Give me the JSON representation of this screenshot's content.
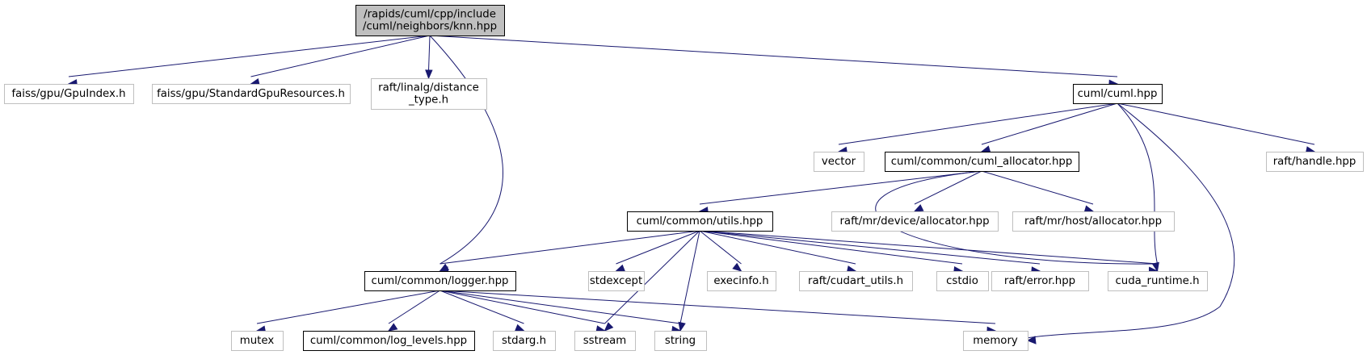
{
  "colors": {
    "root_fill": "#bfbfbf",
    "documented_border": "#000000",
    "external_border": "#bfbfbf",
    "edge": "#191970"
  },
  "nodes": [
    {
      "id": "knn",
      "lines": [
        "/rapids/cuml/cpp/include",
        "/cuml/neighbors/knn.hpp"
      ],
      "kind": "root"
    },
    {
      "id": "gpuindex",
      "lines": [
        "faiss/gpu/GpuIndex.h"
      ],
      "kind": "external"
    },
    {
      "id": "stdgpures",
      "lines": [
        "faiss/gpu/StandardGpuResources.h"
      ],
      "kind": "external"
    },
    {
      "id": "distance",
      "lines": [
        "raft/linalg/distance",
        "_type.h"
      ],
      "kind": "external"
    },
    {
      "id": "cumlhpp",
      "lines": [
        "cuml/cuml.hpp"
      ],
      "kind": "documented"
    },
    {
      "id": "vector",
      "lines": [
        "vector"
      ],
      "kind": "external"
    },
    {
      "id": "allocator",
      "lines": [
        "cuml/common/cuml_allocator.hpp"
      ],
      "kind": "documented"
    },
    {
      "id": "handle",
      "lines": [
        "raft/handle.hpp"
      ],
      "kind": "external"
    },
    {
      "id": "utils",
      "lines": [
        "cuml/common/utils.hpp"
      ],
      "kind": "documented"
    },
    {
      "id": "devalloc",
      "lines": [
        "raft/mr/device/allocator.hpp"
      ],
      "kind": "external"
    },
    {
      "id": "hostalloc",
      "lines": [
        "raft/mr/host/allocator.hpp"
      ],
      "kind": "external"
    },
    {
      "id": "logger",
      "lines": [
        "cuml/common/logger.hpp"
      ],
      "kind": "documented"
    },
    {
      "id": "stdexcept",
      "lines": [
        "stdexcept"
      ],
      "kind": "external"
    },
    {
      "id": "execinfo",
      "lines": [
        "execinfo.h"
      ],
      "kind": "external"
    },
    {
      "id": "cudart",
      "lines": [
        "raft/cudart_utils.h"
      ],
      "kind": "external"
    },
    {
      "id": "cstdio",
      "lines": [
        "cstdio"
      ],
      "kind": "external"
    },
    {
      "id": "error",
      "lines": [
        "raft/error.hpp"
      ],
      "kind": "external"
    },
    {
      "id": "cudaruntime",
      "lines": [
        "cuda_runtime.h"
      ],
      "kind": "external"
    },
    {
      "id": "mutex",
      "lines": [
        "mutex"
      ],
      "kind": "external"
    },
    {
      "id": "loglevels",
      "lines": [
        "cuml/common/log_levels.hpp"
      ],
      "kind": "documented"
    },
    {
      "id": "stdarg",
      "lines": [
        "stdarg.h"
      ],
      "kind": "external"
    },
    {
      "id": "sstream",
      "lines": [
        "sstream"
      ],
      "kind": "external"
    },
    {
      "id": "string",
      "lines": [
        "string"
      ],
      "kind": "external"
    },
    {
      "id": "memory",
      "lines": [
        "memory"
      ],
      "kind": "external"
    }
  ],
  "edges": [
    [
      "knn",
      "gpuindex"
    ],
    [
      "knn",
      "stdgpures"
    ],
    [
      "knn",
      "distance"
    ],
    [
      "knn",
      "logger"
    ],
    [
      "knn",
      "cumlhpp"
    ],
    [
      "cumlhpp",
      "vector"
    ],
    [
      "cumlhpp",
      "allocator"
    ],
    [
      "cumlhpp",
      "handle"
    ],
    [
      "cumlhpp",
      "cudaruntime"
    ],
    [
      "cumlhpp",
      "memory"
    ],
    [
      "allocator",
      "utils"
    ],
    [
      "allocator",
      "devalloc"
    ],
    [
      "allocator",
      "hostalloc"
    ],
    [
      "allocator",
      "cudaruntime"
    ],
    [
      "utils",
      "logger"
    ],
    [
      "utils",
      "stdexcept"
    ],
    [
      "utils",
      "execinfo"
    ],
    [
      "utils",
      "cudart"
    ],
    [
      "utils",
      "cstdio"
    ],
    [
      "utils",
      "error"
    ],
    [
      "utils",
      "cudaruntime"
    ],
    [
      "utils",
      "sstream"
    ],
    [
      "utils",
      "string"
    ],
    [
      "logger",
      "mutex"
    ],
    [
      "logger",
      "loglevels"
    ],
    [
      "logger",
      "stdarg"
    ],
    [
      "logger",
      "sstream"
    ],
    [
      "logger",
      "string"
    ],
    [
      "logger",
      "memory"
    ]
  ]
}
